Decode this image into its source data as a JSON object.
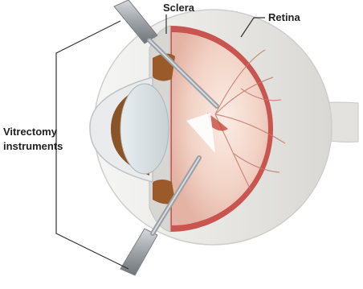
{
  "labels": {
    "sclera": "Sclera",
    "retina": "Retina",
    "instruments_line1": "Vitrectomy",
    "instruments_line2": "instruments"
  },
  "colors": {
    "retina_rim": "#c8554f",
    "vitreous_pink": "#f2d3c6",
    "sclera_white": "#ecebe8",
    "iris_brown": "#9b5a2a",
    "instrument_gray": "#a9adb2",
    "leader_line": "#333333"
  }
}
